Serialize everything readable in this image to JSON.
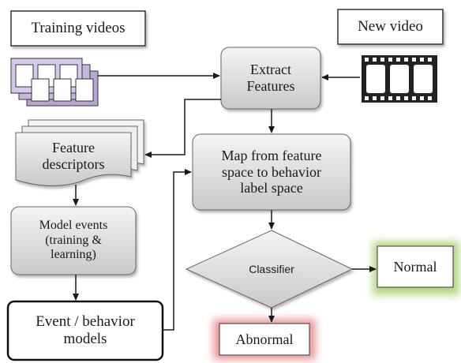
{
  "nodes": {
    "training_videos": "Training videos",
    "new_video": "New video",
    "extract_features": "Extract\nFeatures",
    "feature_descriptors": "Feature\ndescriptors",
    "map_feature_space": "Map from feature\nspace to behavior\nlabel space",
    "model_events": "Model events\n(training  &\nlearning)",
    "classifier": "Classifier",
    "normal": "Normal",
    "event_behavior_models": "Event / behavior\nmodels",
    "abnormal": "Abnormal"
  },
  "colors": {
    "box_fill_top": "#f2f2f2",
    "box_fill_bottom": "#cfcfcf",
    "normal_glow": "#a8d070",
    "abnormal_glow": "#e89090",
    "line": "#1a1a1a"
  },
  "icons": {
    "training_film": "film-strip-stack-icon",
    "new_film": "film-strip-icon"
  }
}
